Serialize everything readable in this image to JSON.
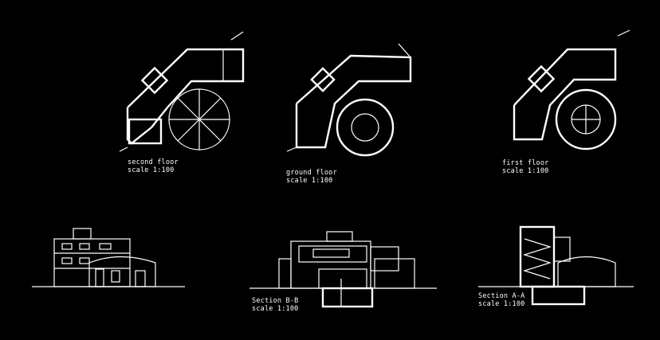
{
  "drawings": {
    "second_floor": {
      "title": "second floor",
      "scale": "scale 1:100"
    },
    "ground_floor": {
      "title": "ground floor",
      "scale": "scale 1:100"
    },
    "first_floor": {
      "title": "first floor",
      "scale": "scale 1:100"
    },
    "section_bb": {
      "title": "Section B-B",
      "scale": "scale 1:100"
    },
    "section_aa": {
      "title": "Section A-A",
      "scale": "scale 1:100"
    }
  },
  "colors": {
    "background": "#000000",
    "lines": "#ffffff"
  }
}
